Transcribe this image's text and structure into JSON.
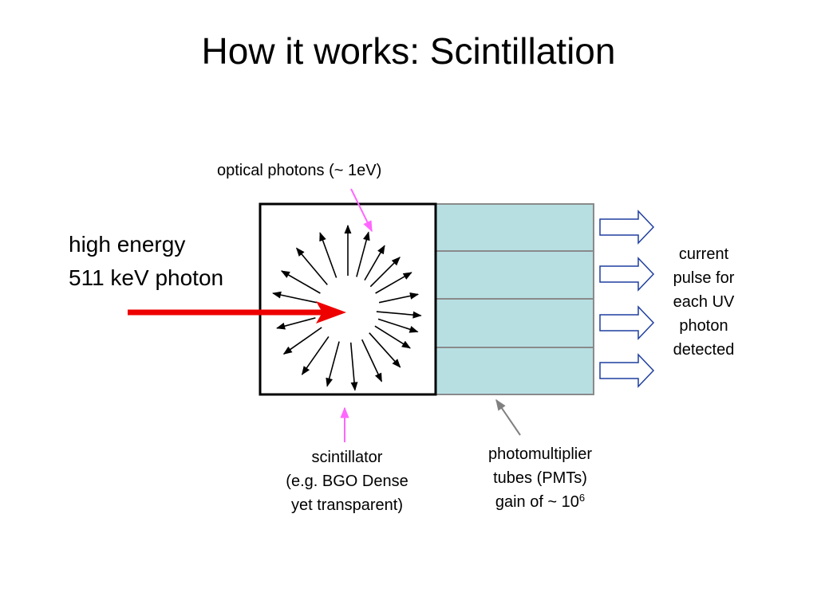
{
  "title": "How it works: Scintillation",
  "labels": {
    "optical_photons": "optical photons (~ 1eV)",
    "high_energy_line1": "high energy",
    "high_energy_line2": "511 keV photon",
    "scintillator_line1": "scintillator",
    "scintillator_line2": "(e.g. BGO Dense",
    "scintillator_line3": "yet transparent)",
    "pmt_line1": "photomultiplier",
    "pmt_line2": "tubes (PMTs)",
    "pmt_line3_base": "gain of ~ 10",
    "pmt_line3_exp": "6",
    "current_line1": "current",
    "current_line2": "pulse for",
    "current_line3": "each UV",
    "current_line4": "photon",
    "current_line5": "detected"
  },
  "colors": {
    "incoming_photon": "#ee0000",
    "pmt_fill": "#b7dfe2",
    "pointer_pink": "#ff66ff",
    "pointer_gray": "#808080",
    "pulse_arrow": "#1f3f9f"
  }
}
